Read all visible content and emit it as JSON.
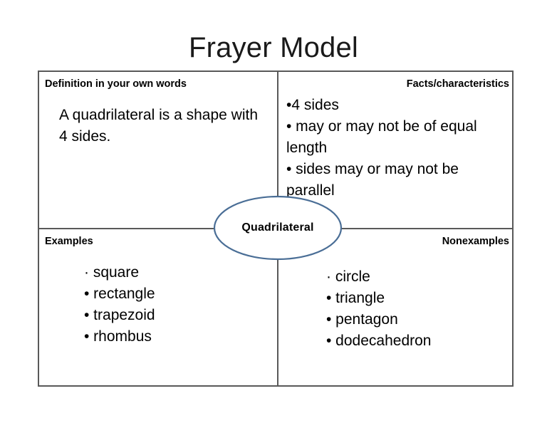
{
  "page": {
    "title": "Frayer Model",
    "background_color": "#ffffff",
    "frame_border_color": "#595959",
    "ellipse_stroke_color": "#4A6E96",
    "text_color": "#000000"
  },
  "quadrants": {
    "definition": {
      "header": "Definition in your own words",
      "body": "A quadrilateral is a shape with 4 sides."
    },
    "facts": {
      "header": "Facts/characteristics",
      "items": [
        "•4 sides",
        "• may or may not be of equal length",
        "• sides may or may not be parallel"
      ]
    },
    "examples": {
      "header": "Examples",
      "items": [
        "· square",
        "• rectangle",
        "• trapezoid",
        "• rhombus"
      ]
    },
    "nonexamples": {
      "header": "Nonexamples",
      "items": [
        "· circle",
        "• triangle",
        "• pentagon",
        "• dodecahedron"
      ]
    }
  },
  "center": {
    "label": "Quadrilateral"
  }
}
